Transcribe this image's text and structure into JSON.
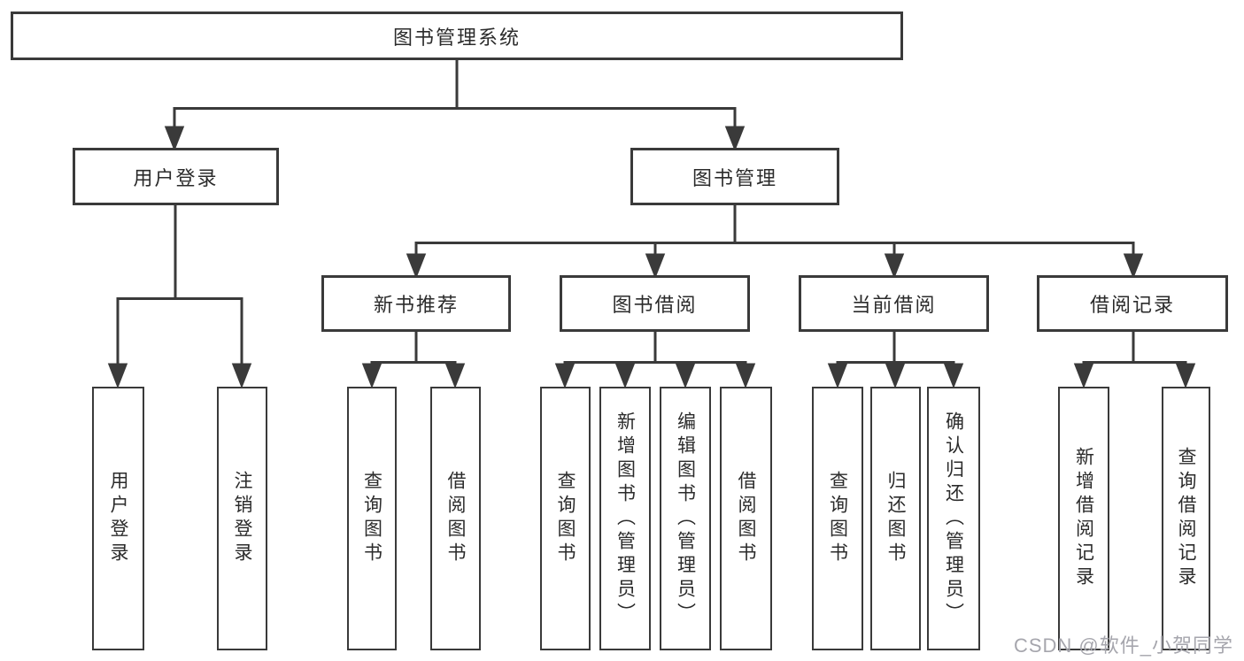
{
  "diagram_type": "hierarchy-tree",
  "colors": {
    "line": "#3a3a3a",
    "box_border": "#3a3a3a",
    "text": "#2b2b2b",
    "background": "#ffffff",
    "watermark": "#a6a6ad"
  },
  "tree": {
    "label": "图书管理系统",
    "children": [
      {
        "label": "用户登录",
        "children": [
          {
            "label": "用户登录"
          },
          {
            "label": "注销登录"
          }
        ]
      },
      {
        "label": "图书管理",
        "children": [
          {
            "label": "新书推荐",
            "children": [
              {
                "label": "查询图书"
              },
              {
                "label": "借阅图书"
              }
            ]
          },
          {
            "label": "图书借阅",
            "children": [
              {
                "label": "查询图书"
              },
              {
                "label": "新增图书（管理员）"
              },
              {
                "label": "编辑图书（管理员）"
              },
              {
                "label": "借阅图书"
              }
            ]
          },
          {
            "label": "当前借阅",
            "children": [
              {
                "label": "查询图书"
              },
              {
                "label": "归还图书"
              },
              {
                "label": "确认归还（管理员）"
              }
            ]
          },
          {
            "label": "借阅记录",
            "children": [
              {
                "label": "新增借阅记录"
              },
              {
                "label": "查询借阅记录"
              }
            ]
          }
        ]
      }
    ]
  },
  "watermark": {
    "text": "CSDN @软件_小贺同学"
  }
}
